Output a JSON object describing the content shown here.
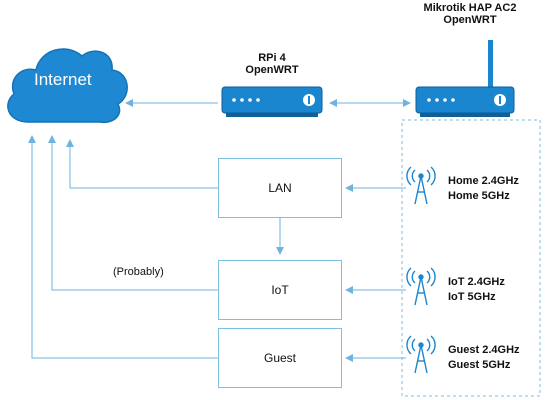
{
  "internet": {
    "label": "Internet"
  },
  "rpi": {
    "line1": "RPi 4",
    "line2": "OpenWRT"
  },
  "mikrotik": {
    "line1": "Mikrotik HAP AC2",
    "line2": "OpenWRT"
  },
  "boxes": {
    "lan": "LAN",
    "iot": "IoT",
    "guest": "Guest"
  },
  "probably": "(Probably)",
  "wifi": {
    "home": [
      "Home 2.4GHz",
      "Home 5GHz"
    ],
    "iot": [
      "IoT 2.4GHz",
      "IoT 5GHz"
    ],
    "guest": [
      "Guest 2.4GHz",
      "Guest 5GHz"
    ]
  },
  "colors": {
    "accent": "#1e88d2",
    "line": "#6fb3df",
    "router": "#1a86d0"
  }
}
